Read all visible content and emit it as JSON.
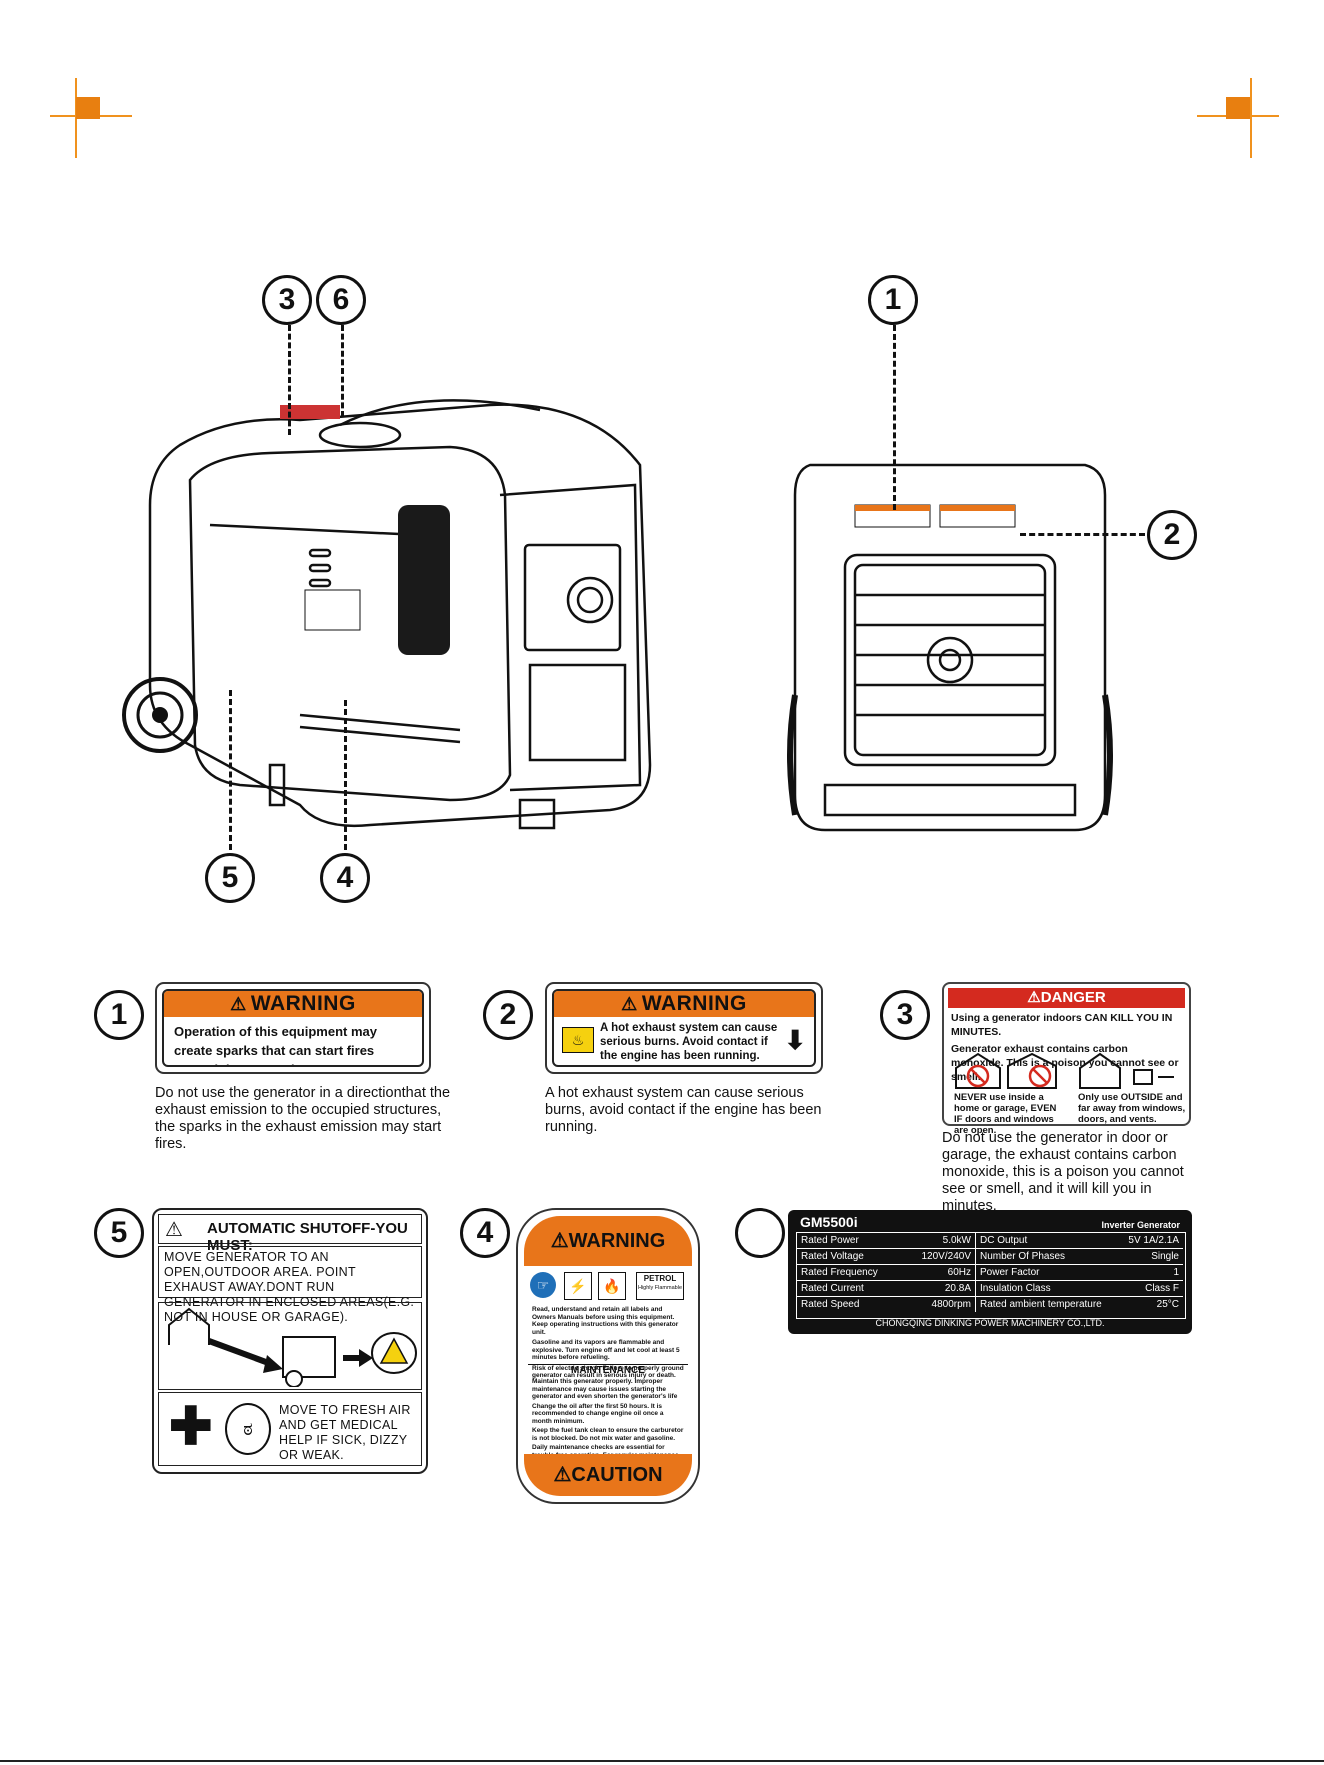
{
  "callouts": {
    "c1": "1",
    "c2": "2",
    "c3": "3",
    "c4": "4",
    "c5": "5",
    "c6": "6"
  },
  "labels": {
    "label1": {
      "number": "1",
      "heading": "WARNING",
      "text": "Operation of this equipment may create sparks that can start fires around dry vegetation.",
      "description": "Do not use the generator in a directionthat the exhaust emission to the occupied structures, the sparks in the exhaust emission may start fires."
    },
    "label2": {
      "number": "2",
      "heading": "WARNING",
      "text": "A hot exhaust system can cause serious burns.    Avoid contact if the engine has been running.",
      "description": "A hot exhaust system can cause serious burns, avoid contact if the engine has been running."
    },
    "label3": {
      "number": "3",
      "heading": "DANGER",
      "line1": "Using a generator indoors CAN KILL YOU IN MINUTES.",
      "line2": "Generator exhaust contains carbon monoxide. This is a poison you cannot see or smell.",
      "caption_left": "NEVER use inside a home or garage, EVEN IF doors and windows are open.",
      "caption_right": "Only use OUTSIDE and far away from windows, doors, and vents.",
      "description": "Do not use the generator in door or garage, the exhaust contains carbon monoxide, this is a poison you cannot see or smell, and it will kill you in minutes."
    },
    "label5": {
      "number": "5",
      "title": "AUTOMATIC  SHUTOFF-YOU  MUST:",
      "body": "MOVE GENERATOR TO AN OPEN,OUTDOOR AREA. POINT EXHAUST AWAY.DONT RUN GENERATOR IN ENCLOSED AREAS(E.G. NOT IN HOUSE OR GARAGE).",
      "help": "MOVE TO FRESH AIR AND GET MEDICAL HELP IF SICK, DIZZY OR WEAK."
    },
    "label4": {
      "number": "4",
      "heading": "WARNING",
      "petrol": "PETROL",
      "flammable": "Highly Flammable",
      "bullets": [
        "Read, understand and retain all labels and Owners Manuals before using this equipment. Keep operating instructions with this generator unit.",
        "Gasoline and its vapors are flammable and explosive. Turn engine off and let cool at least 5 minutes before refueling.",
        "Risk of electric shock. Failure to properly ground generator can result in serious injury or death."
      ],
      "maintenance_title": "MAINTENANCE",
      "maintenance": [
        "Maintain this generator properly. Improper maintenance may cause issues starting the generator and even shorten the generator's life",
        "Change the oil after the first 50 hours. It is recommended to change engine oil once a month minimum.",
        "Keep the fuel tank clean to ensure the carburetor is not blocked. Do not mix water and gasoline.",
        "Daily maintenance checks are essential for trouble free operation. For regular maintenance and service steps, refer to the operations manual."
      ],
      "footer": "CAUTION"
    },
    "plate": {
      "model": "GM5500i",
      "type": "Inverter Generator",
      "rows": [
        [
          "Rated Power",
          "5.0kW",
          "DC Output",
          "5V 1A/2.1A"
        ],
        [
          "Rated Voltage",
          "120V/240V",
          "Number Of Phases",
          "Single"
        ],
        [
          "Rated Frequency",
          "60Hz",
          "Power Factor",
          "1"
        ],
        [
          "Rated Current",
          "20.8A",
          "Insulation Class",
          "Class F"
        ],
        [
          "Rated Speed",
          "4800rpm",
          "Rated ambient temperature",
          "25°C"
        ]
      ],
      "maker": "CHONGQING DINKING POWER MACHINERY CO.,LTD."
    }
  },
  "colors": {
    "warning_orange": "#e8751a",
    "danger_red": "#d42a1f",
    "crop_mark": "#f0921e"
  }
}
